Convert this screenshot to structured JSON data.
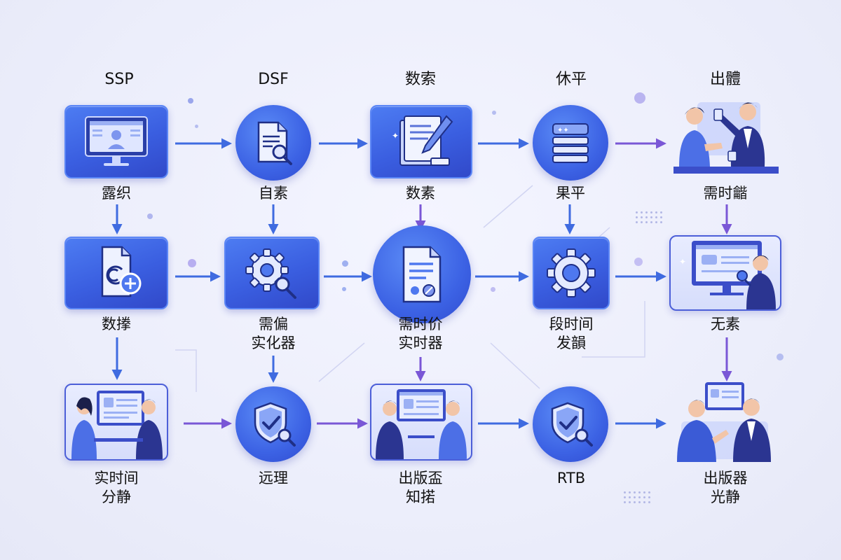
{
  "column_titles": [
    "SSP",
    "DSF",
    "数索",
    "休平",
    "出體"
  ],
  "colors": {
    "arrow_blue": "#3f6be0",
    "arrow_purple": "#7a57d6",
    "node_blue": "#3a5ee0"
  },
  "nodes": [
    {
      "id": "r1c1",
      "label": "露织",
      "icon": "monitor-profile-icon"
    },
    {
      "id": "r1c2",
      "label": "自素",
      "icon": "document-search-icon"
    },
    {
      "id": "r1c3",
      "label": "数素",
      "icon": "document-pen-icon"
    },
    {
      "id": "r1c4",
      "label": "果平",
      "icon": "server-stack-icon"
    },
    {
      "id": "r1c5",
      "label": "需时龤",
      "icon": "people-meeting-icon"
    },
    {
      "id": "r2c1",
      "label": "数搼",
      "icon": "document-add-icon"
    },
    {
      "id": "r2c2",
      "label": "需偏\n实化器",
      "icon": "gear-search-icon"
    },
    {
      "id": "r2c3",
      "label": "需时价\n实时器",
      "icon": "document-chart-icon"
    },
    {
      "id": "r2c4",
      "label": "段时间\n发韻",
      "icon": "gear-icon"
    },
    {
      "id": "r2c5",
      "label": "无素",
      "icon": "person-screen-icon"
    },
    {
      "id": "r3c1",
      "label": "实时间\n分静",
      "icon": "people-screen-icon"
    },
    {
      "id": "r3c2",
      "label": "远理",
      "icon": "shield-check-search-icon"
    },
    {
      "id": "r3c3",
      "label": "出版盃\n知掿",
      "icon": "people-discussion-icon"
    },
    {
      "id": "r3c4",
      "label": "RTB",
      "icon": "shield-check-search-icon"
    },
    {
      "id": "r3c5",
      "label": "出版器\n光静",
      "icon": "people-discussion-icon"
    }
  ]
}
